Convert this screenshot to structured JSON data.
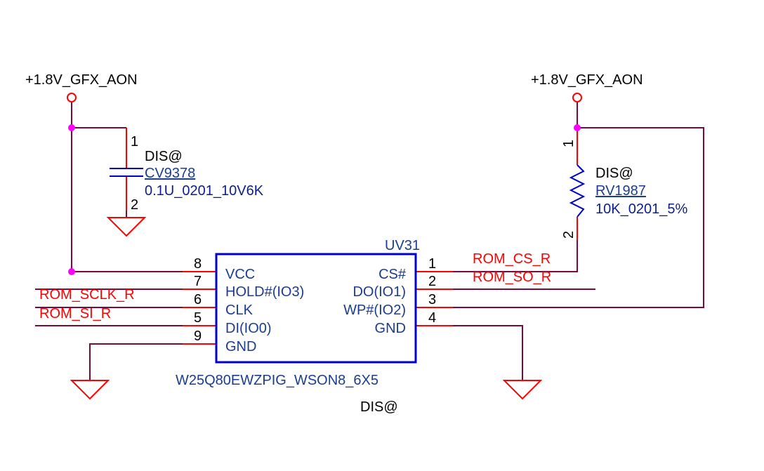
{
  "colors": {
    "wire": "#7a0a3c",
    "pin": "#ff0000",
    "part": "#0000cc",
    "junction": "#ff00ff",
    "power": "#ff0000",
    "part_text": "#1a3d8f",
    "value_text": "#0b1f8a",
    "net_text": "#ff0000"
  },
  "power_left": {
    "label": "+1.8V_GFX_AON",
    "icon": "power-circle-icon"
  },
  "power_right": {
    "label": "+1.8V_GFX_AON",
    "icon": "power-circle-icon"
  },
  "capacitor": {
    "pin1": "1",
    "pin2": "2",
    "option": "DIS@",
    "refdes": "CV9378",
    "value": "0.1U_0201_10V6K"
  },
  "resistor": {
    "pin1": "1",
    "pin2": "2",
    "option": "DIS@",
    "refdes": "RV1987",
    "value": "10K_0201_5%"
  },
  "ic": {
    "refdes": "UV31",
    "part_number": "W25Q80EWZPIG_WSON8_6X5",
    "option": "DIS@",
    "left_pins": [
      {
        "number": "8",
        "name": "VCC"
      },
      {
        "number": "7",
        "name": "HOLD#(IO3)"
      },
      {
        "number": "6",
        "name": "CLK"
      },
      {
        "number": "5",
        "name": "DI(IO0)"
      },
      {
        "number": "9",
        "name": "GND"
      }
    ],
    "right_pins": [
      {
        "number": "1",
        "name": "CS#"
      },
      {
        "number": "2",
        "name": "DO(IO1)"
      },
      {
        "number": "3",
        "name": "WP#(IO2)"
      },
      {
        "number": "4",
        "name": "GND"
      }
    ]
  },
  "nets": {
    "sclk": "ROM_SCLK_R",
    "si": "ROM_SI_R",
    "cs": "ROM_CS_R",
    "so": "ROM_SO_R"
  }
}
